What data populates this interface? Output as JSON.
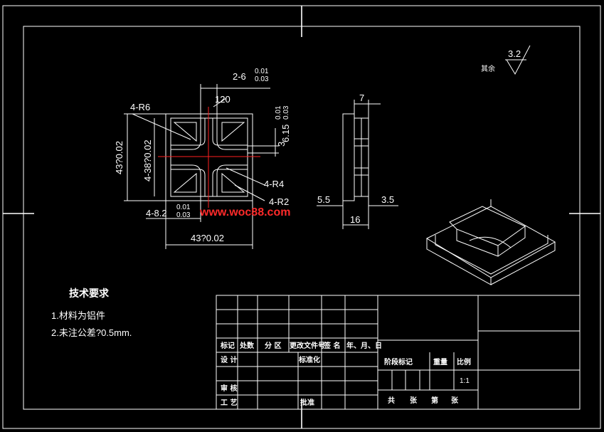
{
  "colors": {
    "background": "#000000",
    "lines": "#ffffff",
    "centerline": "#ff2020",
    "watermark": "#ff2a2a"
  },
  "dimensions": {
    "slot_width": "2-6",
    "slot_width_tol": [
      "0.01",
      "0.03"
    ],
    "angle": "120",
    "corner_r6": "4-R6",
    "height_total": "43?0.02",
    "inner_height": "4-38?0.02",
    "slot_depth": "6.15",
    "slot_depth_tol": [
      "0.01",
      "0.03"
    ],
    "small_dim": "3",
    "corner_r4": "4-R4",
    "corner_r2": "4-R2",
    "pocket_width": "4-8.2",
    "pocket_width_tol": [
      "0.01",
      "0.03"
    ],
    "width_total": "43?0.02",
    "side_top": "7",
    "side_left": "5.5",
    "side_right": "3.5",
    "side_total": "16"
  },
  "surface": {
    "label": "其余",
    "value": "3.2"
  },
  "watermark": "www.woc88.com",
  "tech": {
    "title": "技术要求",
    "line1": "1.材料为铝件",
    "line2": "2.未注公差?0.5mm."
  },
  "title_block": {
    "mark": "标记",
    "count": "处数",
    "zone": "分 区",
    "change_doc": "更改文件号",
    "sign": "签 名",
    "date": "年、月、日",
    "design": "设 计",
    "standardize": "标准化",
    "stage": "阶段标记",
    "weight": "重量",
    "scale": "比例",
    "scale_value": "1:1",
    "review": "审 核",
    "process": "工 艺",
    "approve": "批准",
    "total": "共",
    "sheet": "张",
    "page": "第",
    "sheet2": "张"
  }
}
